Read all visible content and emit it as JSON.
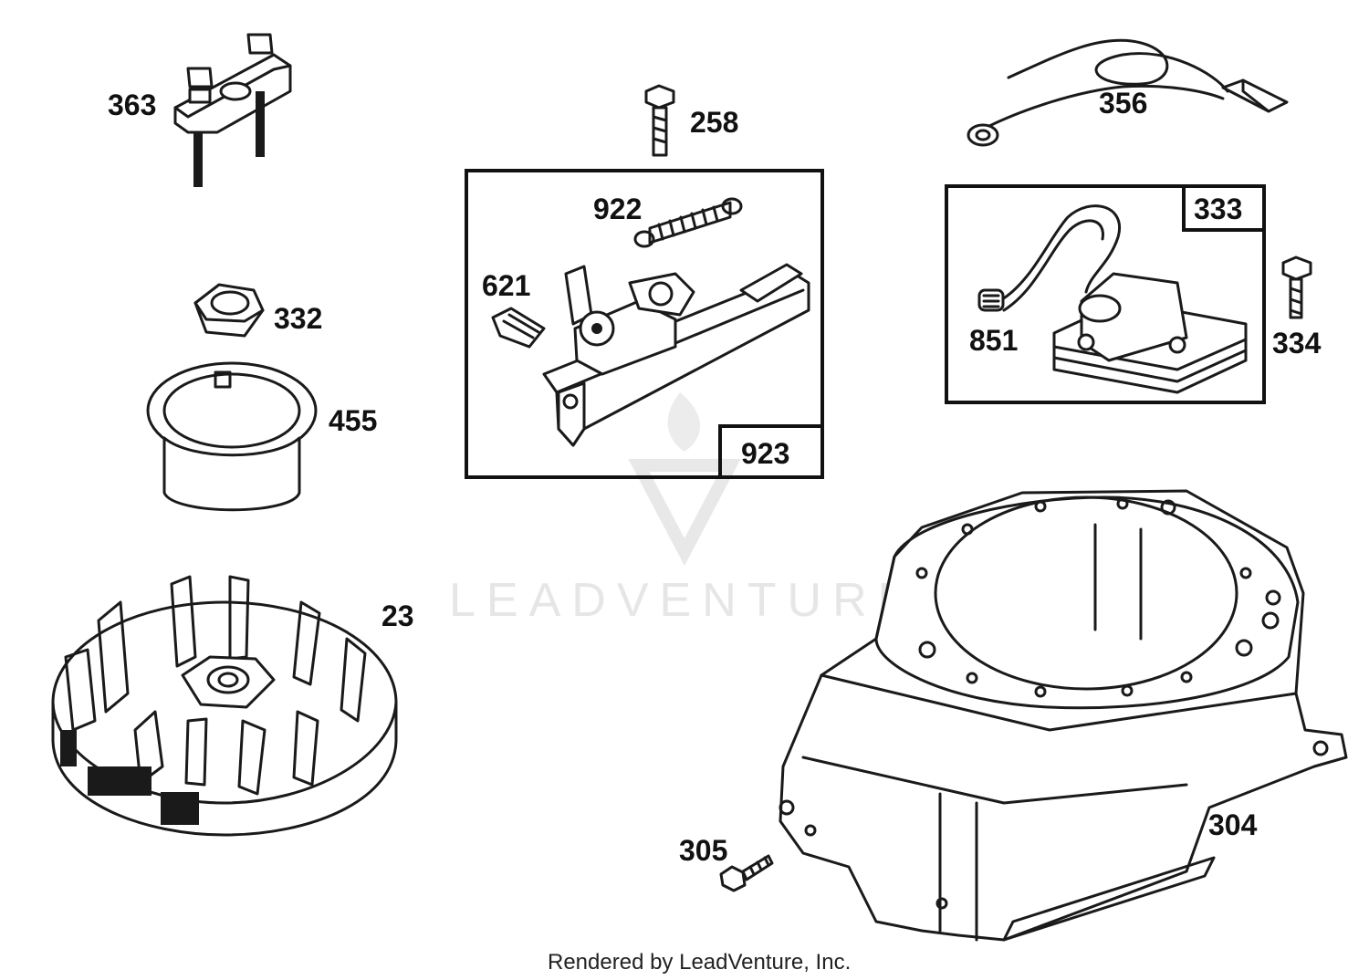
{
  "diagram": {
    "callouts": [
      {
        "id": "c363",
        "text": "363"
      },
      {
        "id": "c258",
        "text": "258"
      },
      {
        "id": "c356",
        "text": "356"
      },
      {
        "id": "c922",
        "text": "922"
      },
      {
        "id": "c621",
        "text": "621"
      },
      {
        "id": "c923",
        "text": "923"
      },
      {
        "id": "c333",
        "text": "333"
      },
      {
        "id": "c851",
        "text": "851"
      },
      {
        "id": "c334",
        "text": "334"
      },
      {
        "id": "c332",
        "text": "332"
      },
      {
        "id": "c455",
        "text": "455"
      },
      {
        "id": "c23",
        "text": "23"
      },
      {
        "id": "c304",
        "text": "304"
      },
      {
        "id": "c305",
        "text": "305"
      }
    ],
    "watermark": "LEADVENTURE",
    "footer": "Rendered by LeadVenture, Inc."
  },
  "colors": {
    "ink": "#1a1a1a",
    "background": "#ffffff",
    "watermark": "#e6e6e6"
  }
}
